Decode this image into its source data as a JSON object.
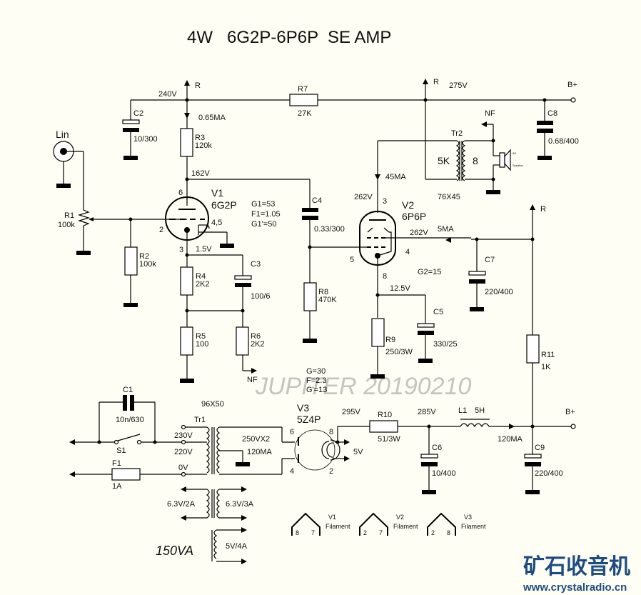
{
  "title": "4W   6G2P-6P6P  SE AMP",
  "watermark": "JUPITER 20190210",
  "power_rating": "150VA",
  "logo": {
    "text": "矿石收音机",
    "url": "www.crystalradio.cn",
    "color": "#1d4d80"
  },
  "input": {
    "label": "Lin"
  },
  "nodes": {
    "v240": "240V",
    "ma065": "0.65MA",
    "v162": "162V",
    "v275": "275V",
    "ma45": "45MA",
    "v262a": "262V",
    "v262b": "262V",
    "ma5": "5MA",
    "v15": "1.5V",
    "v125": "12.5V",
    "v295": "295V",
    "v285": "285V",
    "ma120": "120MA",
    "v5": "5V",
    "r_top1": "R",
    "r_top2": "R",
    "r_mid": "R",
    "bplus1": "B+",
    "bplus2": "B+",
    "nf1": "NF",
    "nf2": "NF"
  },
  "gains": {
    "v1": [
      "G1=53",
      "F1=1.05",
      "G1'=50"
    ],
    "v2": "G2=15",
    "overall": [
      "G=30",
      "F=2.3",
      "G'=13"
    ]
  },
  "tubes": {
    "v1": {
      "ref": "V1",
      "type": "6G2P",
      "pins": [
        "6",
        "2",
        "3",
        "4,5"
      ]
    },
    "v2": {
      "ref": "V2",
      "type": "6P6P",
      "pins": [
        "3",
        "5",
        "4",
        "8"
      ]
    },
    "v3": {
      "ref": "V3",
      "type": "5Z4P",
      "pins": [
        "6",
        "4",
        "8",
        "2"
      ]
    }
  },
  "resistors": {
    "r1": {
      "ref": "R1",
      "value": "100k"
    },
    "r2": {
      "ref": "R2",
      "value": "100k"
    },
    "r3": {
      "ref": "R3",
      "value": "120k"
    },
    "r4": {
      "ref": "R4",
      "value": "2K2"
    },
    "r5": {
      "ref": "R5",
      "value": "100"
    },
    "r6": {
      "ref": "R6",
      "value": "2K2"
    },
    "r7": {
      "ref": "R7",
      "value": "27K"
    },
    "r8": {
      "ref": "R8",
      "value": "470K"
    },
    "r9": {
      "ref": "R9",
      "value": "250/3W"
    },
    "r10": {
      "ref": "R10",
      "value": "51/3W"
    },
    "r11": {
      "ref": "R11",
      "value": "1K"
    }
  },
  "capacitors": {
    "c1": {
      "ref": "C1",
      "value": "10n/630"
    },
    "c2": {
      "ref": "C2",
      "value": "10/300"
    },
    "c3": {
      "ref": "C3",
      "value": "100/6"
    },
    "c4": {
      "ref": "C4",
      "value": "0.33/300"
    },
    "c5": {
      "ref": "C5",
      "value": "330/25"
    },
    "c6": {
      "ref": "C6",
      "value": "10/400"
    },
    "c7": {
      "ref": "C7",
      "value": "220/400"
    },
    "c8": {
      "ref": "C8",
      "value": "0.68/400"
    },
    "c9": {
      "ref": "C9",
      "value": "220/400"
    }
  },
  "inductor": {
    "ref": "L1",
    "value": "5H"
  },
  "output_transformer": {
    "ref": "Tr2",
    "primary": "5K",
    "secondary": "8",
    "core": "76X45",
    "speaker_labels": [
      "8Ω",
      "Speaker"
    ]
  },
  "power_transformer": {
    "ref": "Tr1",
    "core": "96X50",
    "taps": [
      "230V",
      "220V",
      "0V"
    ],
    "secondary_hv": "250VX2",
    "secondary_ma": "120MA",
    "fil1": "6.3V/2A",
    "fil2": "6.3V/3A",
    "fil3": "5V/4A"
  },
  "switch": {
    "ref": "S1"
  },
  "fuse": {
    "ref": "F1",
    "value": "1A"
  },
  "filaments": [
    {
      "tube": "V1",
      "label": "Filament",
      "pins": [
        "8",
        "7"
      ]
    },
    {
      "tube": "V2",
      "label": "Filament",
      "pins": [
        "2",
        "7"
      ]
    },
    {
      "tube": "V3",
      "label": "Filament",
      "pins": [
        "2",
        "8"
      ]
    }
  ]
}
